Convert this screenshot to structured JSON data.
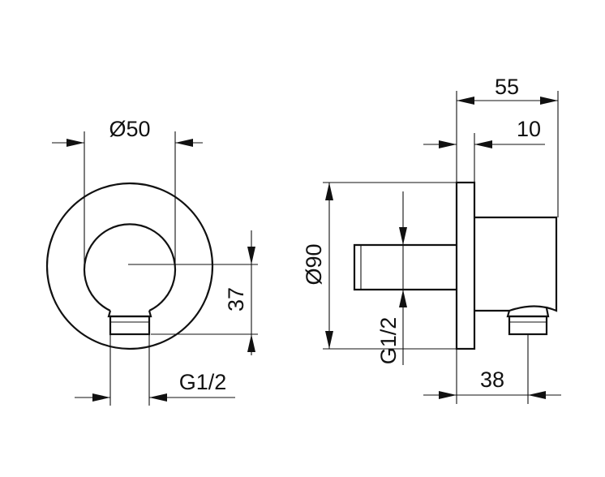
{
  "front_view": {
    "diameter_label": "Ø50",
    "height_label": "37",
    "thread_label": "G1/2"
  },
  "side_view": {
    "length_label": "55",
    "depth_label": "10",
    "diameter_label": "Ø90",
    "thread_label": "G1/2",
    "outlet_label": "38"
  }
}
